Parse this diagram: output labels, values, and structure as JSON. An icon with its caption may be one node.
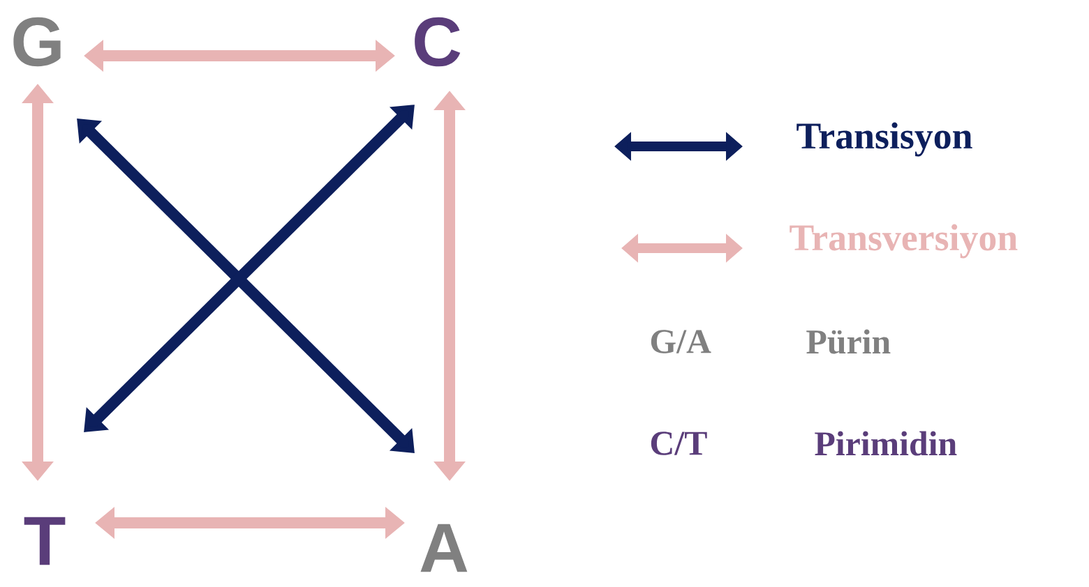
{
  "diagram": {
    "nodes": [
      {
        "text": [
          "G"
        ]
      },
      {
        "text": [
          "C"
        ]
      },
      {
        "text": [
          "T"
        ]
      },
      {
        "text": [
          "A"
        ]
      }
    ],
    "edges": [
      {
        "from": 0,
        "to": 1,
        "arrow": "both"
      },
      {
        "from": 0,
        "to": 2,
        "arrow": "both"
      },
      {
        "from": 1,
        "to": 3,
        "arrow": "both"
      },
      {
        "from": 2,
        "to": 3,
        "arrow": "both"
      },
      {
        "from": 0,
        "to": 3,
        "arrow": "both",
        "color": "#0d1f5c"
      },
      {
        "from": 1,
        "to": 2,
        "arrow": "both",
        "color": "#0d1f5c"
      }
    ],
    "labels": [
      "G/A",
      "Pürin",
      "C/T",
      "Pirimidin"
    ],
    "legend": [
      {
        "text": "Transisyon"
      },
      {
        "text": "Transversiyon"
      }
    ]
  }
}
